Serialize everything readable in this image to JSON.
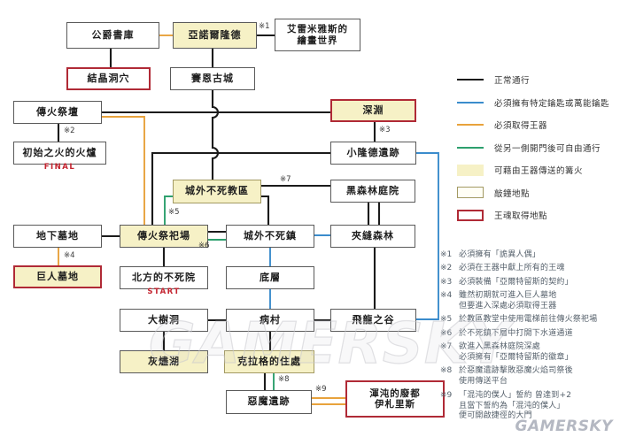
{
  "colors": {
    "edge_normal": "#1b1b1b",
    "edge_key": "#3b8ccc",
    "edge_lordvessel": "#e8a23c",
    "edge_oneway_door": "#2da06d",
    "warp_bonfire_fill": "#f6f1c6",
    "bell_border": "#a39a63",
    "lord_soul_border": "#b02a36",
    "final_start_text": "#c42430"
  },
  "nodes": {
    "dukes_archives": {
      "label": "公爵書庫"
    },
    "anor_londo": {
      "label": "亞諾爾隆德"
    },
    "painted_world": {
      "label": "艾雷米雅斯的\n繪畫世界"
    },
    "crystal_cave": {
      "label": "結晶洞穴"
    },
    "sens_fortress": {
      "label": "賽恩古城"
    },
    "firelink_altar": {
      "label": "傳火祭壇"
    },
    "abyss": {
      "label": "深淵"
    },
    "kiln": {
      "label": "初始之火的火爐",
      "sub": "FINAL"
    },
    "new_londo": {
      "label": "小隆德遺跡"
    },
    "undead_parish": {
      "label": "城外不死教區"
    },
    "darkroot_garden": {
      "label": "黑森林庭院"
    },
    "catacombs": {
      "label": "地下墓地"
    },
    "firelink_shrine": {
      "label": "傳火祭祀場"
    },
    "undead_burg": {
      "label": "城外不死鎮"
    },
    "darkroot_basin": {
      "label": "夾縫森林"
    },
    "tomb_giants": {
      "label": "巨人墓地"
    },
    "undead_asylum": {
      "label": "北方的不死院",
      "sub": "START"
    },
    "lower_burg": {
      "label": "底層"
    },
    "great_hollow": {
      "label": "大樹洞"
    },
    "blighttown": {
      "label": "病村"
    },
    "valley_drakes": {
      "label": "飛龍之谷"
    },
    "ash_lake": {
      "label": "灰燼湖"
    },
    "quelaag": {
      "label": "克拉格的住處"
    },
    "demon_ruins": {
      "label": "惡魔遺跡"
    },
    "lost_izalith": {
      "label": "渾沌的廢都\n伊札里斯"
    }
  },
  "markers": [
    {
      "text": "※1"
    },
    {
      "text": "※2"
    },
    {
      "text": "※3"
    },
    {
      "text": "※4"
    },
    {
      "text": "※5"
    },
    {
      "text": "※6"
    },
    {
      "text": "※7"
    },
    {
      "text": "※8"
    },
    {
      "text": "※9"
    }
  ],
  "legend": {
    "items": [
      {
        "label": "正常通行"
      },
      {
        "label": "必須擁有特定鑰匙或萬能鑰匙"
      },
      {
        "label": "必須取得王器"
      },
      {
        "label": "從另一側開門後可自由通行"
      },
      {
        "label": "可藉由王器傳送的篝火"
      },
      {
        "label": "敲鐘地點"
      },
      {
        "label": "王魂取得地點"
      }
    ]
  },
  "notes": [
    {
      "marker": "※1",
      "text": "必須擁有「詭異人偶」"
    },
    {
      "marker": "※2",
      "text": "必須在王器中獻上所有的王魂"
    },
    {
      "marker": "※3",
      "text": "必須裝備「亞爾特留斯的契約」"
    },
    {
      "marker": "※4",
      "text": "雖然初期就可進入巨人墓地\n但要進入深處必須取得王器"
    },
    {
      "marker": "※5",
      "text": "於教區教堂中使用電梯前往傳火祭祀場"
    },
    {
      "marker": "※6",
      "text": "於不死鎮下層中打開下水道通道"
    },
    {
      "marker": "※7",
      "text": "欲進入黑森林庭院深處\n必須擁有「亞爾特留斯的徽章」"
    },
    {
      "marker": "※8",
      "text": "於惡魔遺跡擊敗惡魔火焰司祭後\n使用傳送平台"
    },
    {
      "marker": "※9",
      "text": "「混沌的僕人」誓約 曾達到+2\n且當下誓約為「混沌的僕人」\n便可開啟捷徑的大門"
    }
  ],
  "edges": [
    {
      "from": "公爵書庫",
      "to": "亞諾爾隆德",
      "type": "lordvessel"
    },
    {
      "from": "亞諾爾隆德",
      "to": "艾雷米雅斯的繪畫世界",
      "type": "normal",
      "note": "※1"
    },
    {
      "from": "公爵書庫",
      "to": "結晶洞穴",
      "type": "normal"
    },
    {
      "from": "亞諾爾隆德",
      "to": "賽恩古城",
      "type": "normal"
    },
    {
      "from": "賽恩古城",
      "to": "城外不死教區",
      "type": "normal"
    },
    {
      "from": "傳火祭壇",
      "to": "深淵",
      "type": "normal"
    },
    {
      "from": "傳火祭壇",
      "to": "初始之火的火爐",
      "type": "normal",
      "note": "※2"
    },
    {
      "from": "傳火祭壇",
      "to": "傳火祭祀場",
      "type": "lordvessel"
    },
    {
      "from": "深淵",
      "to": "小隆德遺跡",
      "type": "normal",
      "note": "※3"
    },
    {
      "from": "小隆德遺跡",
      "to": "傳火祭祀場",
      "type": "normal"
    },
    {
      "from": "小隆德遺跡",
      "to": "飛龍之谷",
      "type": "key"
    },
    {
      "from": "城外不死教區",
      "to": "黑森林庭院",
      "type": "normal",
      "note": "※7"
    },
    {
      "from": "城外不死教區",
      "to": "城外不死鎮",
      "type": "normal"
    },
    {
      "from": "城外不死教區",
      "to": "傳火祭祀場",
      "type": "oneway_door",
      "note": "※5"
    },
    {
      "from": "黑森林庭院",
      "to": "夾縫森林",
      "type": "normal"
    },
    {
      "from": "地下墓地",
      "to": "傳火祭祀場",
      "type": "normal"
    },
    {
      "from": "地下墓地",
      "to": "巨人墓地",
      "type": "lordvessel",
      "note": "※4"
    },
    {
      "from": "傳火祭祀場",
      "to": "城外不死鎮",
      "type": "normal"
    },
    {
      "from": "傳火祭祀場",
      "to": "城外不死鎮",
      "type": "oneway_door",
      "note": "※6"
    },
    {
      "from": "傳火祭祀場",
      "to": "北方的不死院",
      "type": "normal"
    },
    {
      "from": "城外不死鎮",
      "to": "夾縫森林",
      "type": "key"
    },
    {
      "from": "城外不死鎮",
      "to": "底層",
      "type": "key"
    },
    {
      "from": "底層",
      "to": "病村",
      "type": "key"
    },
    {
      "from": "夾縫森林",
      "to": "飛龍之谷",
      "type": "normal"
    },
    {
      "from": "大樹洞",
      "to": "病村",
      "type": "normal"
    },
    {
      "from": "大樹洞",
      "to": "灰燼湖",
      "type": "normal"
    },
    {
      "from": "病村",
      "to": "飛龍之谷",
      "type": "normal"
    },
    {
      "from": "病村",
      "to": "克拉格的住處",
      "type": "normal"
    },
    {
      "from": "克拉格的住處",
      "to": "惡魔遺跡",
      "type": "normal"
    },
    {
      "from": "克拉格的住處",
      "to": "惡魔遺跡",
      "type": "oneway_door",
      "note": "※8"
    },
    {
      "from": "惡魔遺跡",
      "to": "渾沌的廢都伊札里斯",
      "type": "lordvessel",
      "note": "※9"
    }
  ],
  "watermark": {
    "big": "GAMERSKY",
    "small": "GAMERSKY"
  }
}
